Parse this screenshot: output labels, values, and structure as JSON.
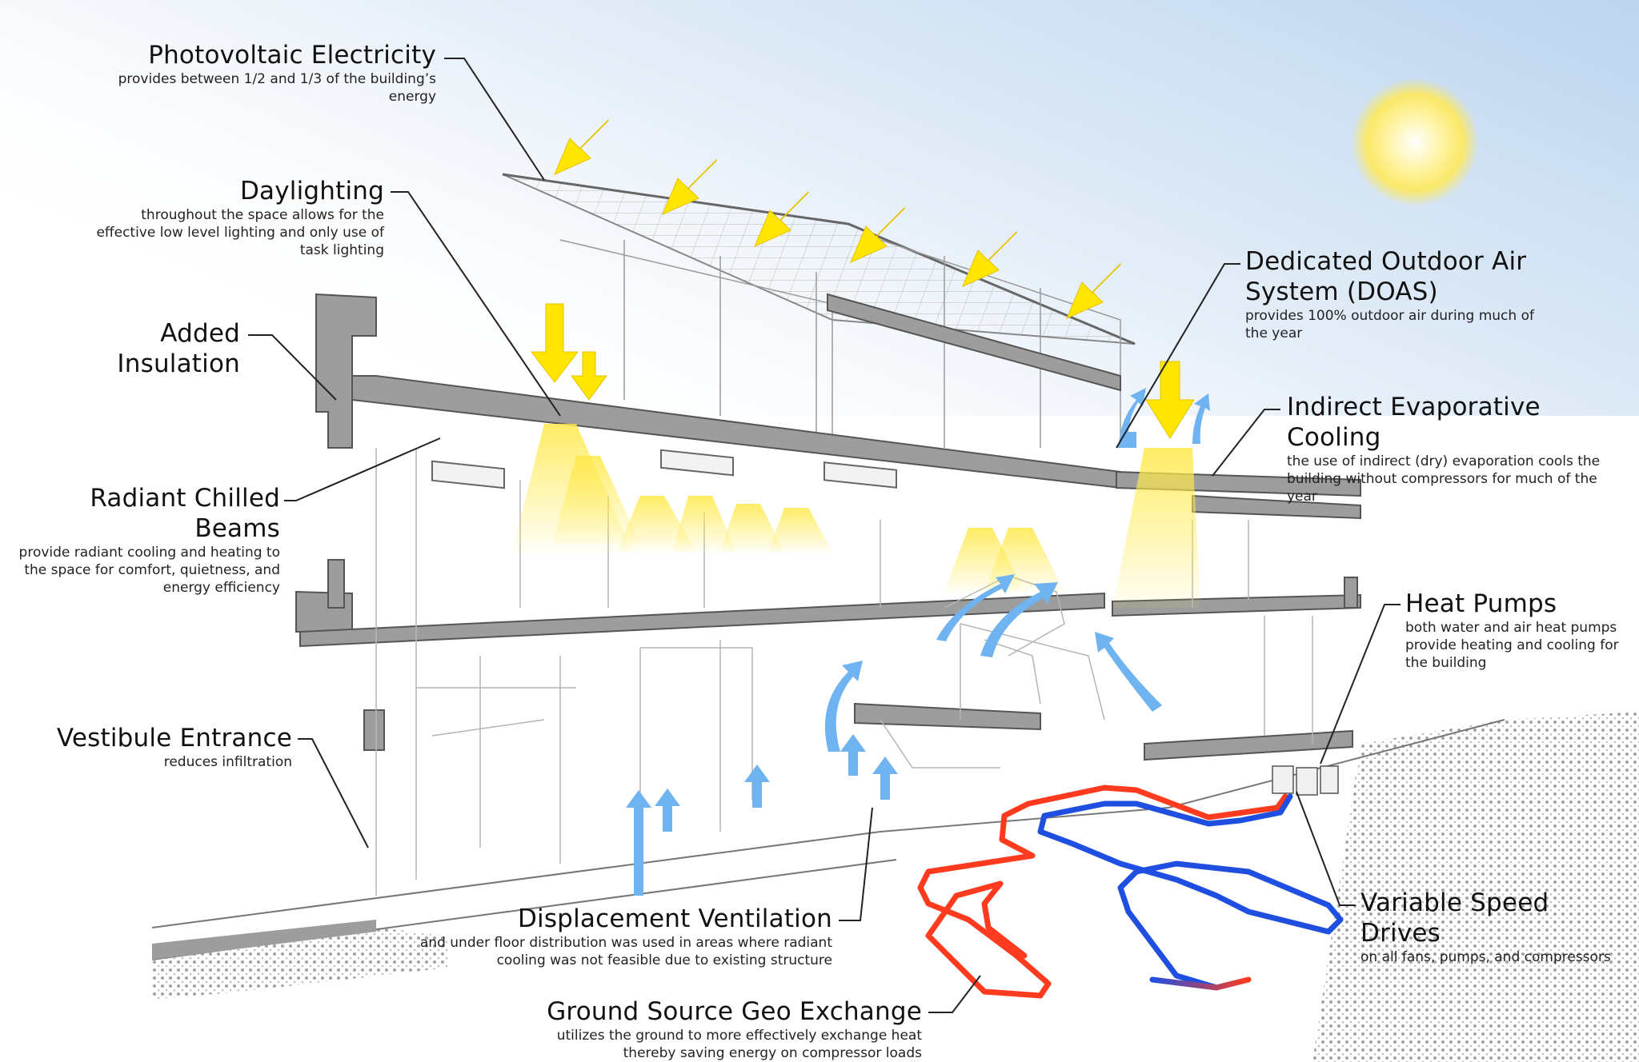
{
  "diagram": {
    "callouts": {
      "photovoltaic": {
        "title": "Photovoltaic Electricity",
        "desc": "provides between 1/2 and 1/3 of the building’s energy"
      },
      "daylighting": {
        "title": "Daylighting",
        "desc": "throughout the space allows for the effective low level lighting and only use of task lighting"
      },
      "insulation": {
        "title": "Added Insulation",
        "desc": ""
      },
      "chilled_beams": {
        "title": "Radiant Chilled Beams",
        "desc": "provide radiant cooling and heating to the space for comfort, quietness, and energy efficiency"
      },
      "vestibule": {
        "title": "Vestibule Entrance",
        "desc": "reduces infiltration"
      },
      "displacement": {
        "title": "Displacement Ventilation",
        "desc": "and under floor distribution was used in areas where radiant cooling was not feasible due to existing structure"
      },
      "geo": {
        "title": "Ground Source Geo Exchange",
        "desc": "utilizes the ground to more effectively exchange heat thereby saving energy on compressor loads"
      },
      "doas": {
        "title": "Dedicated Outdoor Air System (DOAS)",
        "desc": "provides 100% outdoor air during much of the year"
      },
      "evap": {
        "title": "Indirect Evaporative Cooling",
        "desc": "the use of indirect (dry) evaporation cools the building without compressors for much of the year"
      },
      "heat_pumps": {
        "title": "Heat Pumps",
        "desc": "both water and air heat pumps provide heating and cooling for the building"
      },
      "vsd": {
        "title": "Variable Speed Drives",
        "desc": "on all fans, pumps, and compressors"
      }
    },
    "colors": {
      "sky": "#c9dcef",
      "sun": "#fff07a",
      "solar_arrow": "#ffe600",
      "air_arrow": "#6fb4f0",
      "slab": "#9d9d9d",
      "pipe_hot": "#ff3b1f",
      "pipe_cold": "#1f4fe0",
      "light_glow": "#ffe94a"
    },
    "icons": {
      "sun": "sun-icon",
      "solar_arrow": "solar-arrow-icon",
      "air_arrow": "air-flow-arrow-icon"
    }
  }
}
